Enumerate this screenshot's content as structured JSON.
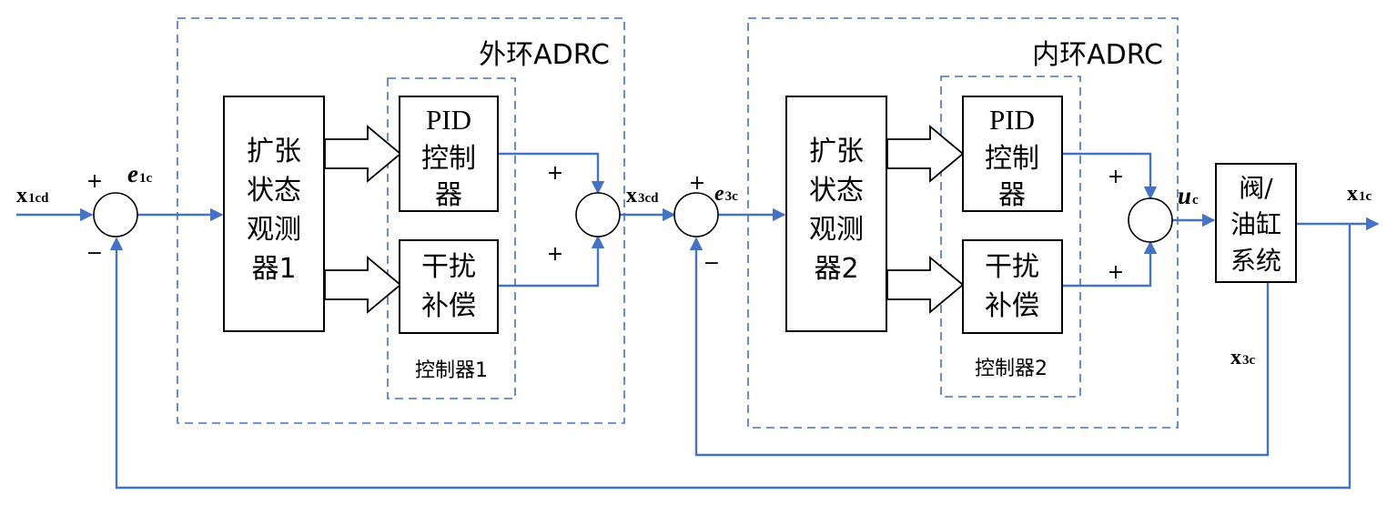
{
  "colors": {
    "signal": "#4472C4",
    "block": "#000000",
    "background": "#ffffff"
  },
  "outer": {
    "title": "外环ADRC",
    "eso": [
      "扩张",
      "状态",
      "观测",
      "器1"
    ],
    "pid": [
      "PID",
      "控制",
      "器"
    ],
    "comp": [
      "干扰",
      "补偿"
    ],
    "ctrl_label": "控制器1"
  },
  "inner": {
    "title": "内环ADRC",
    "eso": [
      "扩张",
      "状态",
      "观测",
      "器2"
    ],
    "pid": [
      "PID",
      "控制",
      "器"
    ],
    "comp": [
      "干扰",
      "补偿"
    ],
    "ctrl_label": "控制器2"
  },
  "plant": [
    "阀/",
    "油缸",
    "系统"
  ],
  "signals": {
    "x1cd": {
      "main": "x",
      "sub": "1cd"
    },
    "e1c": {
      "main": "e",
      "sub": "1c"
    },
    "x3cd": {
      "main": "x",
      "sub": "3cd"
    },
    "e3c": {
      "main": "e",
      "sub": "3c"
    },
    "uc": {
      "main": "u",
      "sub": "c"
    },
    "x1c": {
      "main": "x",
      "sub": "1c"
    },
    "x3c": {
      "main": "x",
      "sub": "3c"
    }
  },
  "signs": {
    "plus": "+",
    "minus": "−"
  }
}
